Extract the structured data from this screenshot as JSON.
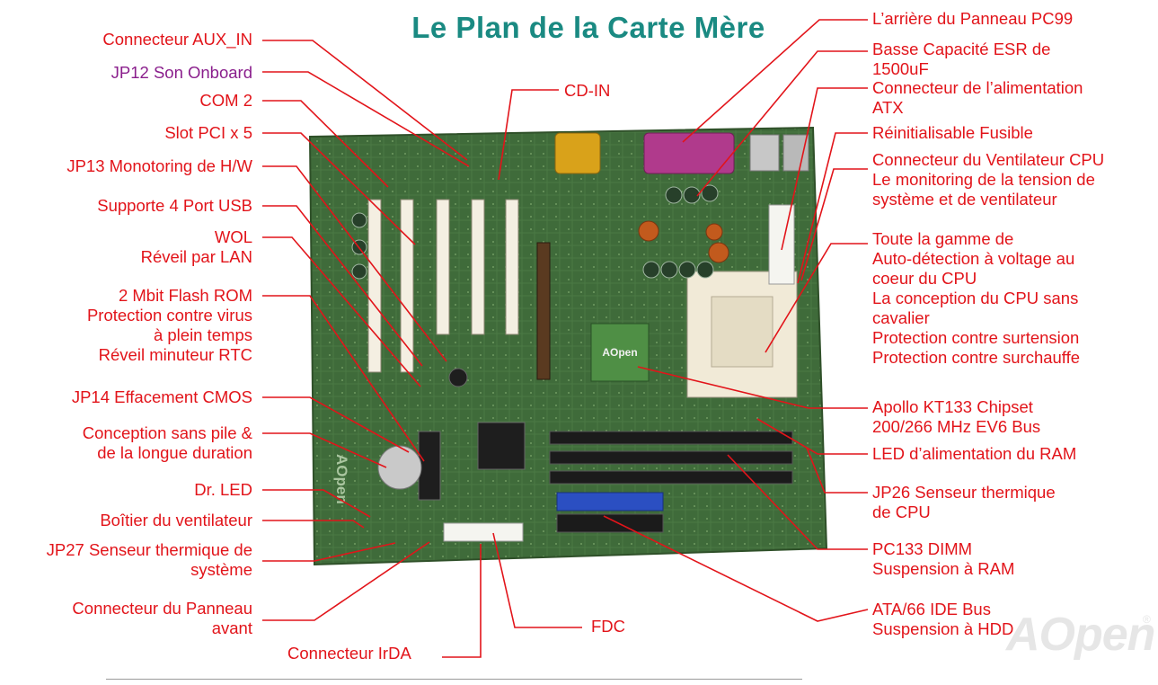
{
  "title": "Le Plan de la Carte Mère",
  "watermark": "AOpen",
  "board_logo": "AOpen",
  "colors": {
    "title": "#1a8a82",
    "label": "#e2141a",
    "label_alt": "#8a1e8c",
    "pcb": "#3f6b3a",
    "slot": "#f4efe2",
    "socket": "#f1ead7",
    "ide_blue": "#2b4fc2",
    "serial_port": "#d9a21a",
    "parallel_port": "#b03a8c"
  },
  "left_labels": [
    {
      "id": "aux-in",
      "lines": [
        "Connecteur AUX_IN"
      ]
    },
    {
      "id": "jp12",
      "lines": [
        "JP12 Son Onboard"
      ],
      "color": "purple"
    },
    {
      "id": "com2",
      "lines": [
        "COM  2"
      ]
    },
    {
      "id": "pci",
      "lines": [
        "Slot PCI  x 5"
      ]
    },
    {
      "id": "jp13",
      "lines": [
        "JP13  Monotoring de H/W"
      ]
    },
    {
      "id": "usb",
      "lines": [
        "Supporte 4 Port USB"
      ]
    },
    {
      "id": "wol",
      "lines": [
        "WOL",
        "Réveil par LAN"
      ]
    },
    {
      "id": "flash",
      "lines": [
        "2 Mbit Flash ROM",
        "Protection contre virus",
        "à plein temps",
        "Réveil minuteur RTC"
      ]
    },
    {
      "id": "jp14",
      "lines": [
        "JP14 Effacement CMOS"
      ]
    },
    {
      "id": "battery",
      "lines": [
        "Conception sans pile &",
        "de la longue duration"
      ]
    },
    {
      "id": "drled",
      "lines": [
        "Dr. LED"
      ]
    },
    {
      "id": "fanbox",
      "lines": [
        "Boîtier du ventilateur"
      ]
    },
    {
      "id": "jp27",
      "lines": [
        "JP27 Senseur thermique de",
        "système"
      ]
    },
    {
      "id": "panel",
      "lines": [
        "Connecteur du Panneau",
        "avant"
      ]
    }
  ],
  "right_labels": [
    {
      "id": "pc99",
      "lines": [
        "L’arrière du Panneau PC99"
      ]
    },
    {
      "id": "esr",
      "lines": [
        "Basse Capacité ESR de",
        "1500uF"
      ]
    },
    {
      "id": "atx",
      "lines": [
        "Connecteur de l’alimentation",
        "ATX"
      ]
    },
    {
      "id": "fuse",
      "lines": [
        "Réinitialisable Fusible"
      ]
    },
    {
      "id": "cpufan",
      "lines": [
        "Connecteur du Ventilateur CPU",
        "Le monitoring de la tension de",
        "système et de ventilateur"
      ]
    },
    {
      "id": "cpuvolt",
      "lines": [
        "Toute la gamme de",
        "Auto-détection à voltage au",
        "coeur du CPU",
        "La conception du CPU sans",
        "cavalier",
        "Protection contre surtension",
        "Protection contre surchauffe"
      ]
    },
    {
      "id": "chipset",
      "lines": [
        "Apollo KT133 Chipset",
        "200/266 MHz EV6 Bus"
      ]
    },
    {
      "id": "ramled",
      "lines": [
        "LED d’alimentation du RAM"
      ]
    },
    {
      "id": "jp26",
      "lines": [
        "JP26 Senseur thermique",
        "de CPU"
      ]
    },
    {
      "id": "dimm",
      "lines": [
        "PC133 DIMM",
        "Suspension à RAM"
      ]
    },
    {
      "id": "ide",
      "lines": [
        "ATA/66 IDE Bus",
        "Suspension à HDD"
      ]
    }
  ],
  "inner_labels": [
    {
      "id": "cdin",
      "lines": [
        "CD-IN"
      ]
    },
    {
      "id": "fdc",
      "lines": [
        "FDC"
      ]
    },
    {
      "id": "irda",
      "lines": [
        "Connecteur IrDA"
      ]
    }
  ]
}
